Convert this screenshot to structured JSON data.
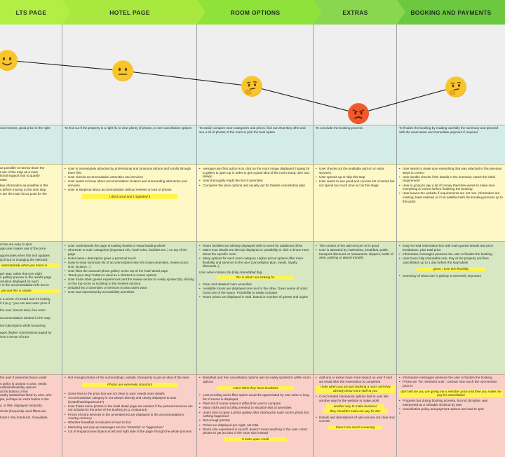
{
  "stages": [
    {
      "id": "results",
      "title": "LTS PAGE",
      "header_color": "#b3ee45",
      "arrow_color": "#b3ee45",
      "emotion": "smile-icon",
      "goal": "ood reviews, good price in the right",
      "thinking": [
        "as possible to narrow down the",
        "t use of the map as a main",
        "tional support tool to quickly",
        "ease",
        "key information as possible in this",
        "s before moving to the next step",
        "s are the main focus point for the"
      ],
      "feeling_bullets_a": [
        "score are easy to spot",
        "age user makes use of the price",
        "",
        "appreciates when this tool updates",
        "ig in/out or changing the selected"
      ],
      "feeling_quote_a": "automatically when you zoom in",
      "feeling_bullets_b": [
        "per stay, rather than per night",
        "o gallery preview in the results page",
        "omation displayed for each",
        "r in the accommodation info box in"
      ],
      "feeling_quote_b": "ple and this is simple",
      "feeling_bullets_c": [
        "e a sense of reward and it's inviting",
        "if it (e.g. \"you can see lower price if",
        "the user (Secret deal, free room",
        "accommodation window in the map",
        "hort description while hoovering",
        "ages (higher commissions payed by",
        "ives a sense of trust"
      ],
      "pain_bullets": [
        "the user  if presented twice under",
        "n policy is unclear to user, needs",
        "cellation/flexibility options",
        "at the bottom of the",
        "easily spotted but liked by user, who",
        "ple, perhaps an extra button in the",
        "",
        "s, or filter displayed randomly.",
        "",
        "clicks (frequently used filters are",
        "",
        "hotel in the hotels list. If available,"
      ]
    },
    {
      "id": "hotel",
      "title": "HOTEL PAGE",
      "header_color": "#a9e83f",
      "arrow_color": "#a9e83f",
      "emotion": "neutral-face-icon",
      "goal": "To find out if the property is a right fit, to view plenty of photos, to see cancellation options",
      "thinking": [
        "User is immediately attracted by professional and luminous photos and scrolls through them first",
        "User checks accommodation amenities and services",
        "User wants to know about accommodation location and surrounding attractions and services",
        "User is skeptical about accommodation without reviews or lack of photos"
      ],
      "thinking_quote": "I did it once and I regretted it",
      "feeling_bullets": [
        "User understands the page is loading thanks to visual loading wheel",
        "Shortcuts to main categories (important info, hotel rules, facilities etc..) on top of the page",
        "Hotel name+ description gives a personal touch",
        "Easy-to-read summary list of accommodation key info (main amenities, review score, size, location...)",
        "User likes the carousel photo gallery at the top of the hotel detail page",
        "\"Book your stay\" button is used as a shortcut to rooms options",
        "User trusts other guests experiences and the review section is easily spotted (by clicking on the top score or scrolling to the reviews section)",
        "Detailed list of amenities or services is what users want",
        "User was impressed by accessibility amenities"
      ],
      "pain_bullets_a": [
        "Not enough photos of the surroundings, outside of property to get an idea of the area"
      ],
      "pain_quote_a": "Photos are extremely important",
      "pain_bullets_b": [
        "Some fees in the price box are not clear to user, needs more details",
        "Accommodation category is not always directly and clearly displayed to user (hostel/hotel/apartment?)",
        "User thinks some photos in the hotel detail page are useless if the pictured services are not included in the price of the booking (e.g. restaurant)",
        "Prices of extra services in the amenities list are displayed in the accommodations' country currency",
        "Whether breakfast is included is hard to find",
        "Marketing and pop-up messages are too \"stressful\" or \"aggressive\"",
        "Lot of empty/unused space at left and right side of the page through the whole process"
      ]
    },
    {
      "id": "rooms",
      "title": "ROOM OPTIONS",
      "header_color": "#8ee23a",
      "arrow_color": "#8ee23a",
      "emotion": "thinking-face-icon",
      "goal": "To easily compare room categories and prices, find out what they offer and see a lot of photos of the room to pick the best option",
      "thinking": [
        "Average user first action is to click on the room image displayed, hoping for a gallery to open up in order to get a good idea of the room setup, size and design",
        "User thoroughly reads the list of amenities",
        "Compares the price options and usually opt for flexible cancellation plan"
      ],
      "feeling_bullets_a": [
        "Room facilities are already displayed with no need for additional clicks",
        "Main room details are directly displayed or possibility to click to know more about the specific room.",
        "Many options for each room category. Higher prices options offer more flexibility and services to the user (cancellation plan, meals, loyalty discounts..)."
      ],
      "feeling_note": "User when notices the [fully refundable] flag",
      "feeling_quote": "this is what I am looking for",
      "feeling_bullets_b": [
        "Clear and detailed room amenities",
        "Available rooms are displayed one next to the other. Gives sense of order. Good use of the space. Possibility to easily compare",
        "Room prices are displayed in total, based on number of guests and nights"
      ],
      "pain_bullets_a": [
        "Breakfast and free cancellation options are not easily spotted in within room options"
      ],
      "pain_quote_a": "I don't think they have breakfast",
      "pain_bullets_b": [
        "Less scrolling and a filter option would be appreciated by user when a long list of rooms is displayed",
        "Plain list of rooms makes it difficult for user to compare",
        "Many clicks and scrolling needed to visualize lists of amenities",
        "Users tries to open a photo gallery after clicking the main room's photo but nothing happened",
        "Not enough photos",
        "Prices are displayed per night, not total",
        "Room size expressed in sq.m/ft. doesn't mean anything to the user. Used photos to get an idea of the room size instead"
      ],
      "pain_quote_b": "It looks quite small"
    },
    {
      "id": "extras",
      "title": "EXTRAS",
      "header_color": "#8bd64f",
      "arrow_color": "#8bd64f",
      "emotion": "angry-face-icon",
      "goal": "To conclude the booking process",
      "thinking": [
        "User checks out the available add-on or extra services.",
        "User speeds up or skip this step",
        "User wants to see good and concise list of extras but not spend too much time in it at this stage"
      ],
      "feeling_bullets": [
        "The content of the add-ons per se is good",
        "User is attracted by: bathrobes, breakfast, public transport discounts or restaurants, slippers, bottle of wine, parking or airport transfer"
      ],
      "pain_bullets_a": [
        "Add-ons or extras have more impact on user if sent via email after the reservation is completed"
      ],
      "pain_quote_a": "I hate when you are just booking a room and they already throw more stuff at you",
      "pain_bullets_b": [
        "Covid related insurances options feel to user like another way for the website to make profit"
      ],
      "pain_quote_b": "another way to make business",
      "pain_quote_c": "they shouldn't make me pay for this",
      "pain_bullets_c": [
        "Details and descriptions of add-ons are not clear and concise"
      ],
      "pain_quote_d": "there's too much screening"
    },
    {
      "id": "booking",
      "title": "BOOKING AND PAYMENTS",
      "header_color": "#6cc83e",
      "arrow_color": "#6cc83e",
      "emotion": "thinking-face-icon",
      "goal": "To finalize the booking by reading carefully the summary and proceed with the reservation and immediate payment if required",
      "thinking": [
        "User wants to make sure everything that was selected in the previous steps is correct",
        "User double checks if the details in the summary match the initial requirement",
        "User is going to pay a lot of money therefore wants to make sure everything is correct before finalizing the booking",
        "User leaves the website if requirements are not met, information are missing, feels mislead or if not satisfied with the booking process up to this point"
      ],
      "feeling_bullets_a": [
        "Easy-to-read reservation box with main guests details and price breakdown, plus total price",
        "Informative messages pressure the user to finalize the booking.",
        "User loves fully refundable rate, Pay at the property and free cancellation up to 1 day before the stay labels"
      ],
      "feeling_quote": "great, I love this flexibility",
      "feeling_bullets_b": [
        "Summary of what user is getting is extremely important"
      ],
      "pain_bullets_a": [
        "Informative messages pressure the user to finalize the booking.",
        "Prices are \"for members only\". Unclear how much the not-member price is"
      ],
      "pain_quote_a": "don't tell me you are giving me a member price and then you make me pay for cancellation",
      "pain_bullets_b": [
        "Progress bar during booking process, but not clickable, was interpreted as a clickable shortcut by user",
        "Cancellation policy and payment options are hard to spot",
        ""
      ]
    }
  ]
}
